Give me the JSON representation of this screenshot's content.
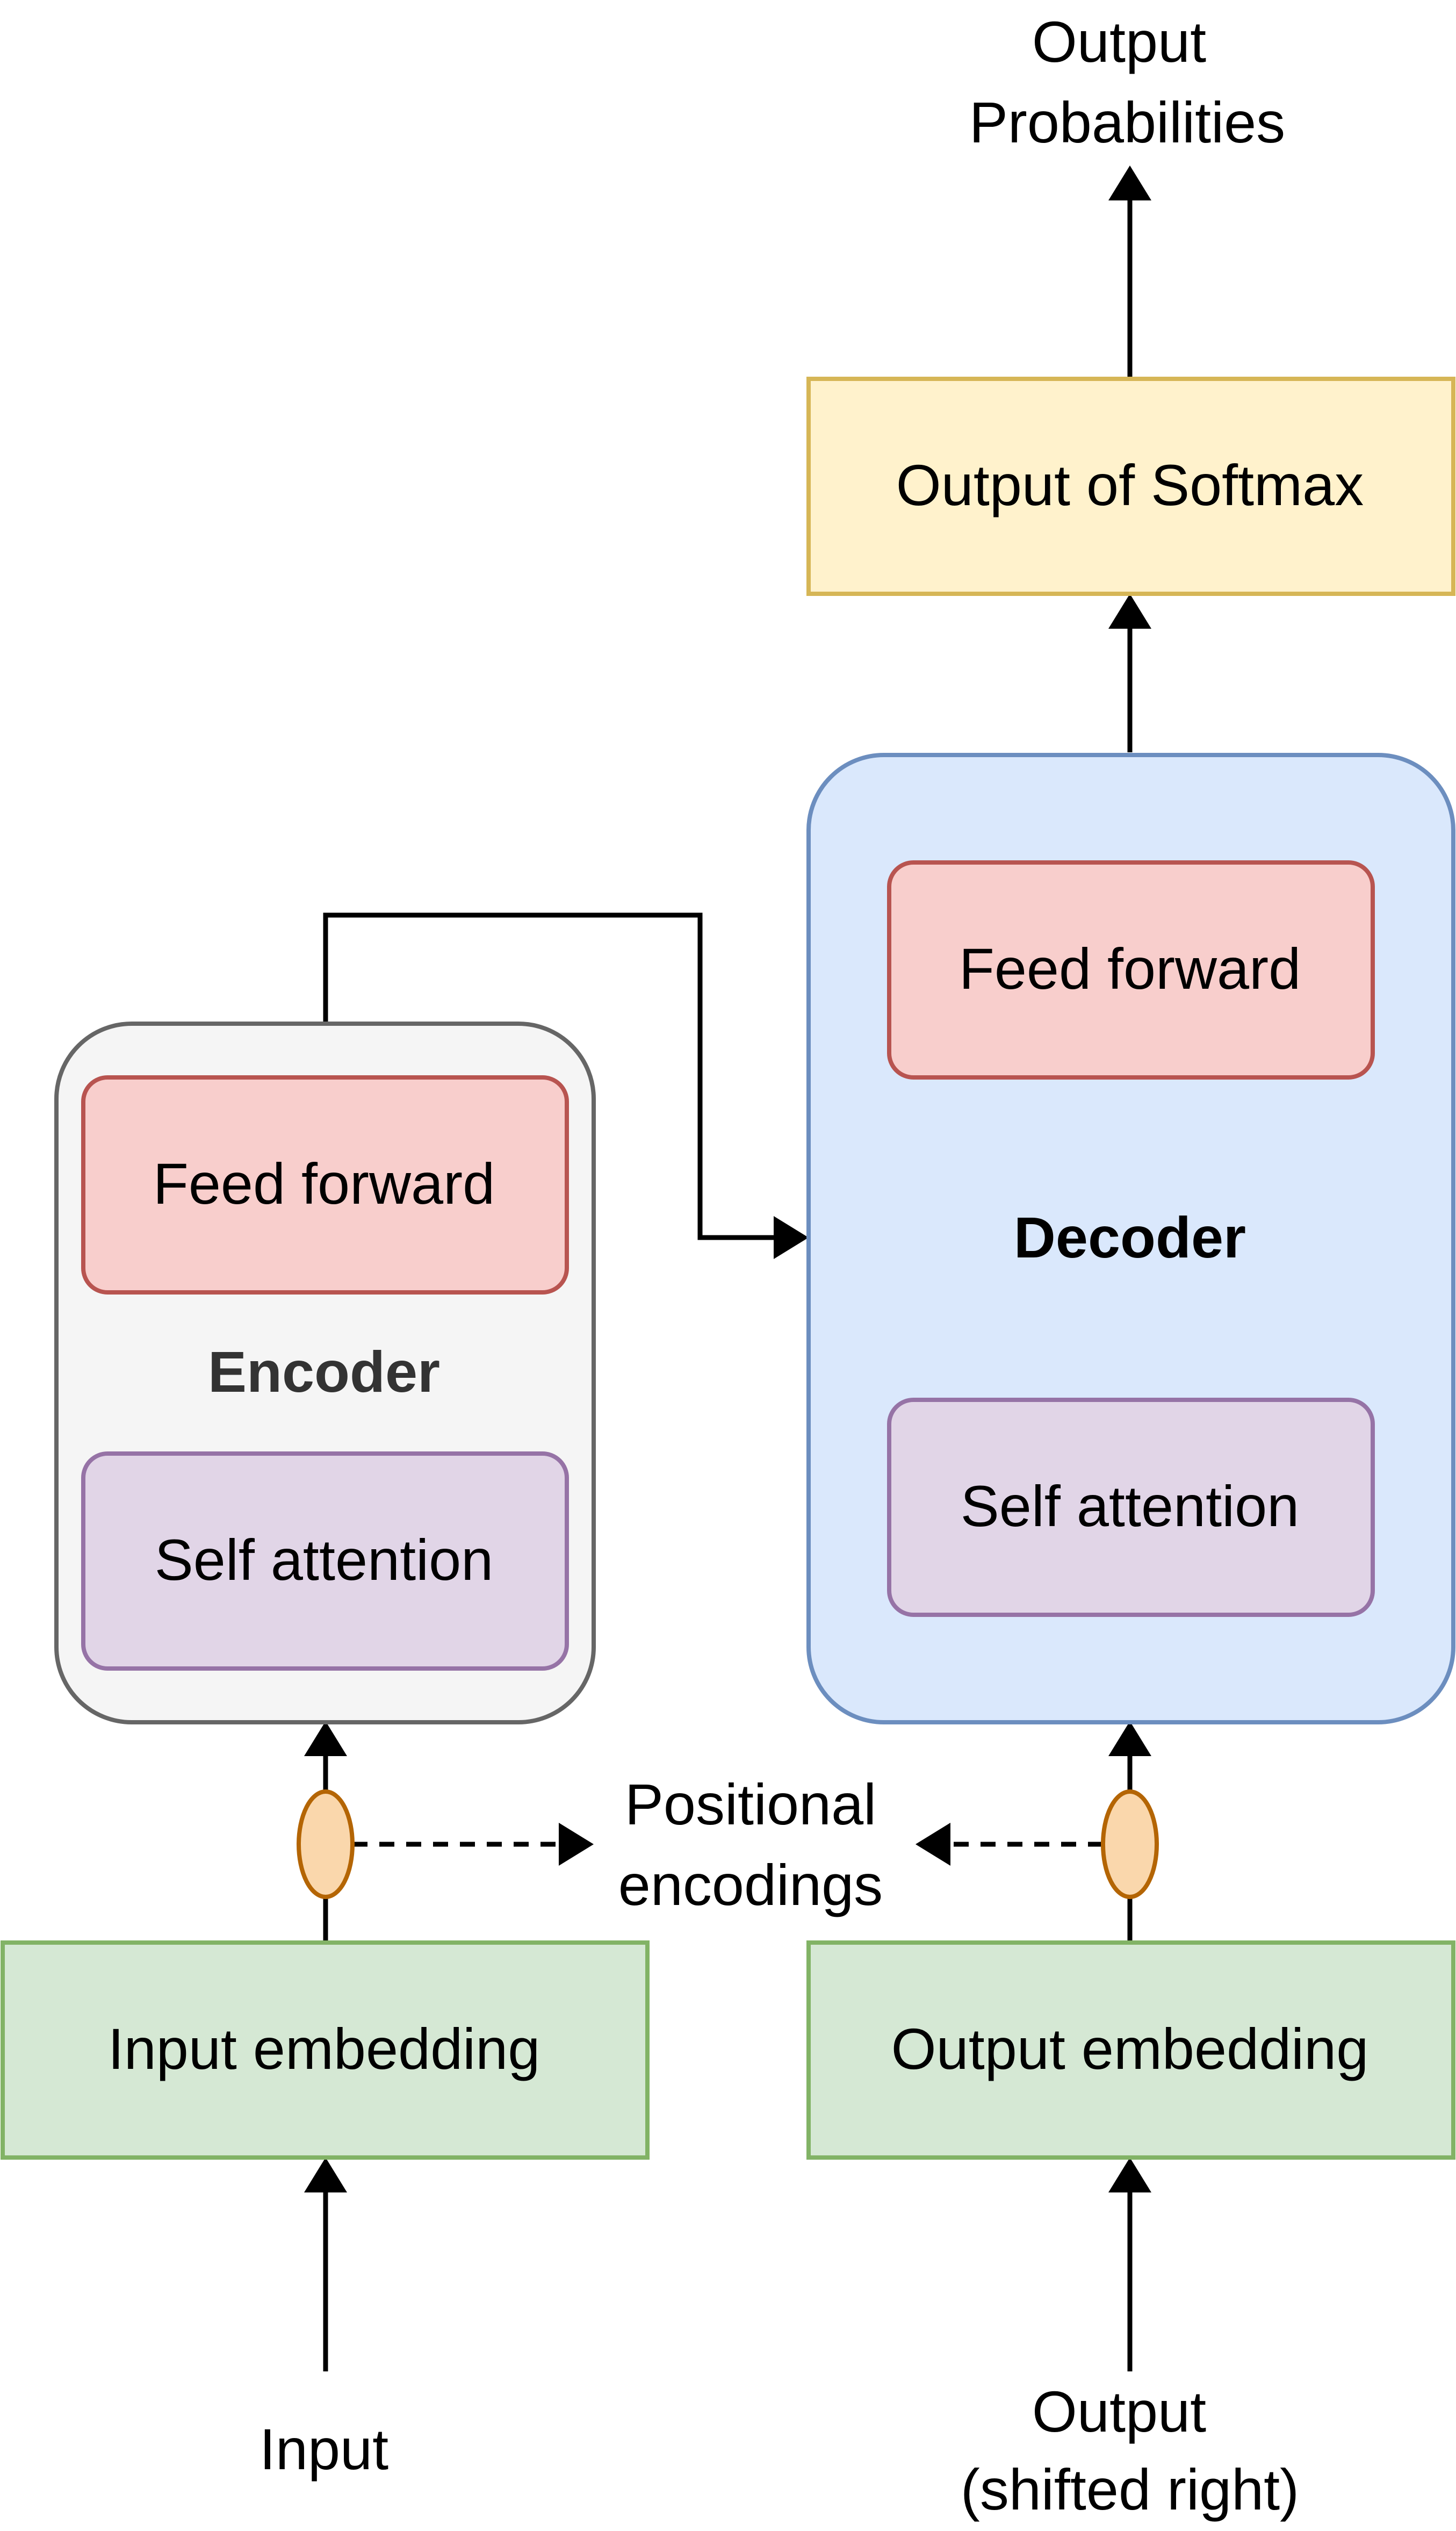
{
  "labels": {
    "output_probabilities": [
      "Output",
      "Probabilities"
    ],
    "softmax": "Output of Softmax",
    "decoder_title": "Decoder",
    "decoder_feed_forward": "Feed forward",
    "decoder_self_attention": "Self attention",
    "encoder_title": "Encoder",
    "encoder_feed_forward": "Feed forward",
    "encoder_self_attention": "Self attention",
    "positional_encodings": [
      "Positional",
      "encodings"
    ],
    "input_embedding": "Input embedding",
    "output_embedding": "Output embedding",
    "input": "Input",
    "output_shifted": [
      "Output",
      "(shifted right)"
    ]
  },
  "colors": {
    "softmax_fill": "#fff2cc",
    "softmax_stroke": "#d6b656",
    "decoder_fill": "#dae8fc",
    "decoder_stroke": "#6c8ebf",
    "encoder_fill": "#f5f5f5",
    "encoder_stroke": "#666666",
    "feed_forward_fill": "#f8cecc",
    "feed_forward_stroke": "#b85450",
    "self_attention_fill": "#e1d5e7",
    "self_attention_stroke": "#9673a6",
    "embedding_fill": "#d5e8d4",
    "embedding_stroke": "#82b366",
    "positional_node_fill": "#fad7ac",
    "positional_node_stroke": "#b46504"
  }
}
